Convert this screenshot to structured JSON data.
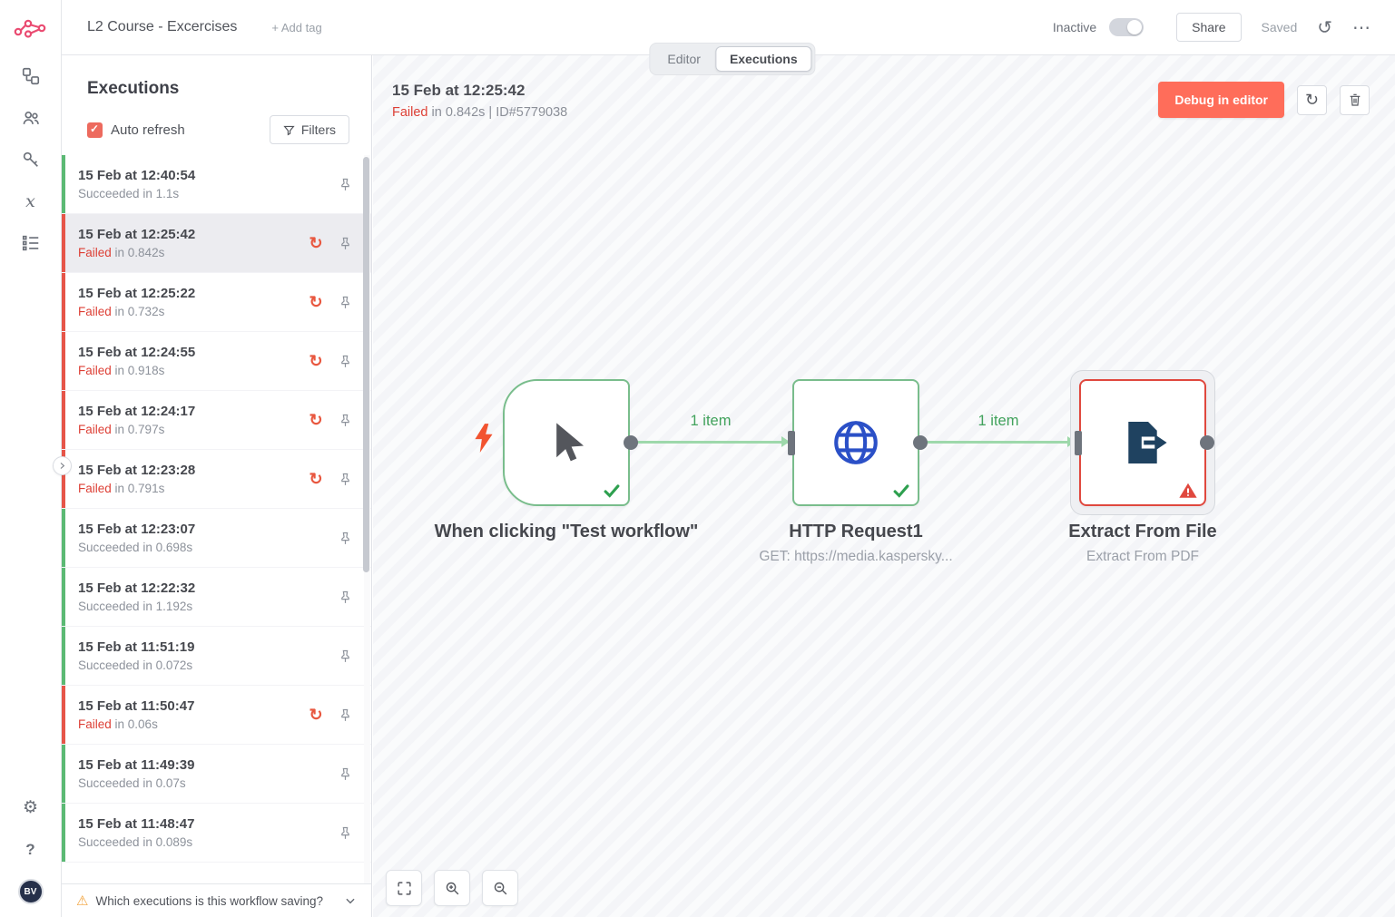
{
  "colors": {
    "accent": "#ea4b71",
    "primary_button": "#ff6d5a",
    "success_green": "#5bb974",
    "danger_red": "#dd3f35",
    "connection_green": "#9ed8ab"
  },
  "icons": {
    "retry": "↻",
    "refresh": "↻",
    "history": "↺",
    "more": "⋯",
    "settings": "⚙",
    "help": "?",
    "warning": "⚠"
  },
  "sidebar": {
    "avatar_initials": "BV",
    "icon_names": [
      "n8n-logo",
      "workflows",
      "members",
      "credentials",
      "variables",
      "insights",
      "settings",
      "help",
      "avatar"
    ]
  },
  "topbar": {
    "title": "L2 Course - Excercises",
    "add_tag_label": "+ Add tag",
    "inactive_label": "Inactive",
    "share_label": "Share",
    "saved_label": "Saved"
  },
  "tabs": {
    "editor": "Editor",
    "executions": "Executions"
  },
  "executions_panel": {
    "title": "Executions",
    "auto_refresh_label": "Auto refresh",
    "auto_refresh_checked": true,
    "filters_label": "Filters",
    "footer_question": "Which executions is this workflow saving?",
    "items": [
      {
        "date": "15 Feb at 12:40:54",
        "status": "Succeeded",
        "duration": "in 1.1s",
        "retryable": false,
        "selected": false
      },
      {
        "date": "15 Feb at 12:25:42",
        "status": "Failed",
        "duration": "in 0.842s",
        "retryable": true,
        "selected": true
      },
      {
        "date": "15 Feb at 12:25:22",
        "status": "Failed",
        "duration": "in 0.732s",
        "retryable": true,
        "selected": false
      },
      {
        "date": "15 Feb at 12:24:55",
        "status": "Failed",
        "duration": "in 0.918s",
        "retryable": true,
        "selected": false
      },
      {
        "date": "15 Feb at 12:24:17",
        "status": "Failed",
        "duration": "in 0.797s",
        "retryable": true,
        "selected": false
      },
      {
        "date": "15 Feb at 12:23:28",
        "status": "Failed",
        "duration": "in 0.791s",
        "retryable": true,
        "selected": false
      },
      {
        "date": "15 Feb at 12:23:07",
        "status": "Succeeded",
        "duration": "in 0.698s",
        "retryable": false,
        "selected": false
      },
      {
        "date": "15 Feb at 12:22:32",
        "status": "Succeeded",
        "duration": "in 1.192s",
        "retryable": false,
        "selected": false
      },
      {
        "date": "15 Feb at 11:51:19",
        "status": "Succeeded",
        "duration": "in 0.072s",
        "retryable": false,
        "selected": false
      },
      {
        "date": "15 Feb at 11:50:47",
        "status": "Failed",
        "duration": "in 0.06s",
        "retryable": true,
        "selected": false
      },
      {
        "date": "15 Feb at 11:49:39",
        "status": "Succeeded",
        "duration": "in 0.07s",
        "retryable": false,
        "selected": false
      },
      {
        "date": "15 Feb at 11:48:47",
        "status": "Succeeded",
        "duration": "in 0.089s",
        "retryable": false,
        "selected": false
      }
    ]
  },
  "execution_detail": {
    "date": "15 Feb at 12:25:42",
    "status": "Failed",
    "duration": "in 0.842s",
    "separator": "|",
    "execution_id": "ID#5779038",
    "debug_button_label": "Debug in editor"
  },
  "workflow": {
    "nodes": [
      {
        "name": "When clicking \"Test workflow\"",
        "subtitle": "",
        "status": "success",
        "icon": "cursor"
      },
      {
        "name": "HTTP Request1",
        "subtitle": "GET: https://media.kaspersky...",
        "status": "success",
        "icon": "globe"
      },
      {
        "name": "Extract From File",
        "subtitle": "Extract From PDF",
        "status": "error",
        "icon": "file-export"
      }
    ],
    "connections": [
      {
        "label": "1 item"
      },
      {
        "label": "1 item"
      }
    ]
  }
}
